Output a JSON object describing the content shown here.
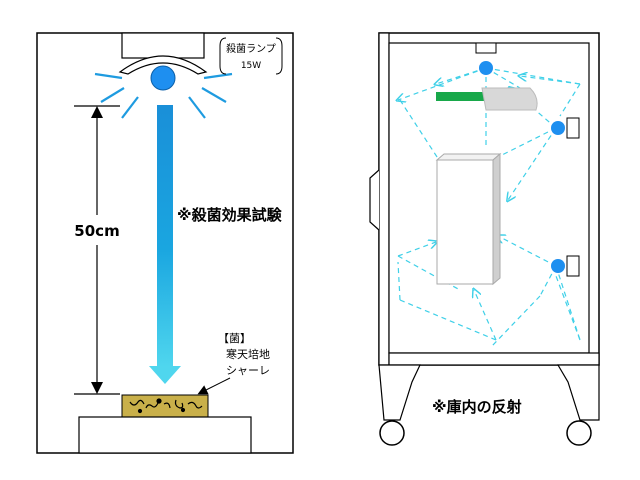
{
  "left_panel": {
    "lamp_label": "殺菌ランプ",
    "lamp_power": "15W",
    "test_title": "※殺菌効果試験",
    "distance_label": "50cm",
    "sample_label_line1": "【菌】",
    "sample_label_line2": "寒天培地",
    "sample_label_line3": "シャーレ",
    "colors": {
      "uv_light": "#1e9be0",
      "lamp_blue": "#1e8ff0",
      "petri": "#c9b04a"
    }
  },
  "right_panel": {
    "reflection_title": "※庫内の反射",
    "colors": {
      "reflection_lines": "#3fd0e8",
      "green_bar": "#18a84a",
      "lamp_blue": "#1e8ff0"
    }
  }
}
